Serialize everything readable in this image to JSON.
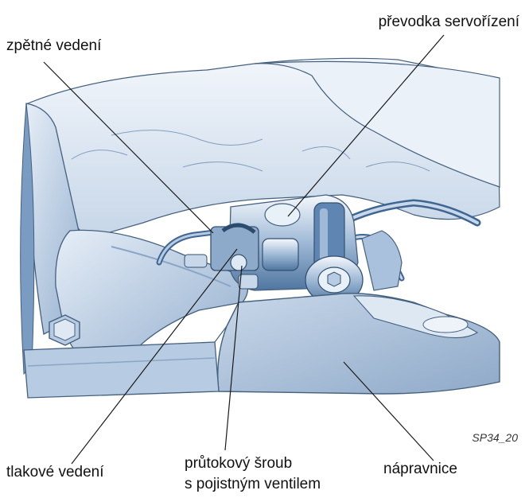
{
  "labels": {
    "return_line": "zpětné vedení",
    "steering_gear": "převodka servořízení",
    "pressure_line": "tlakové vedení",
    "flow_bolt_line1": "průtokový šroub",
    "flow_bolt_line2": "s pojistným ventilem",
    "axle_beam": "nápravnice"
  },
  "figure_code": "SP34_20",
  "colors": {
    "line": "#1a1a1a",
    "shade_dark": "#5f86b2",
    "shade_mid": "#a9c1dc",
    "shade_light": "#dde8f3",
    "outline": "#44607f"
  }
}
